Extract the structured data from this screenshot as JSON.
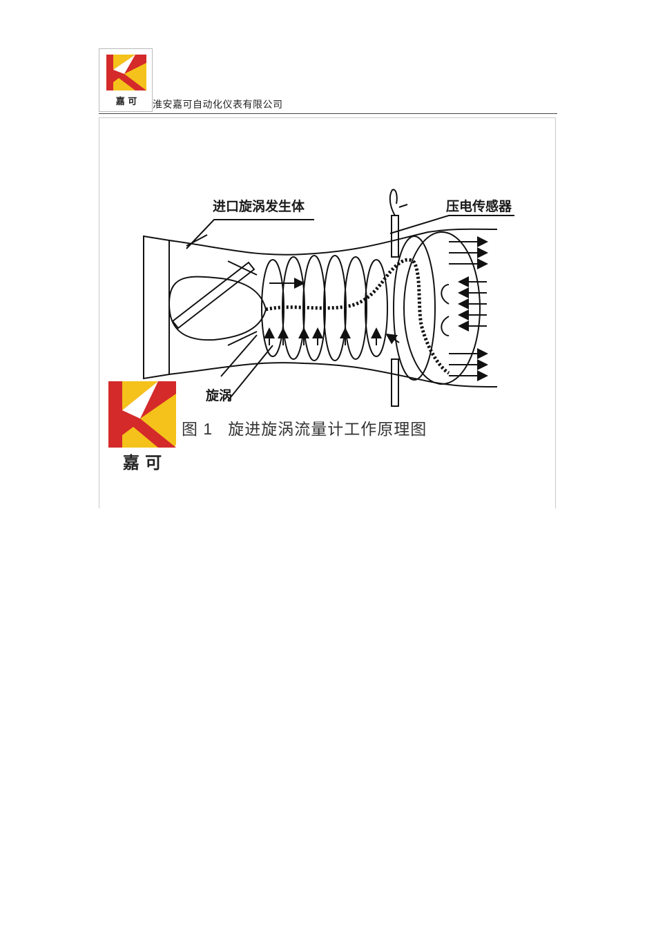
{
  "header": {
    "logo_text": "嘉可",
    "company_name": "淮安嘉可自动化仪表有限公司"
  },
  "figure": {
    "label_inlet": "进口旋涡发生体",
    "label_sensor": "压电传感器",
    "label_vortex": "旋涡",
    "caption_number": "图 1",
    "caption_title": "旋进旋涡流量计工作原理图",
    "watermark_logo_text": "嘉可"
  },
  "colors": {
    "logo_red": "#d42a2a",
    "logo_yellow": "#f4c21a",
    "line": "#111111"
  }
}
